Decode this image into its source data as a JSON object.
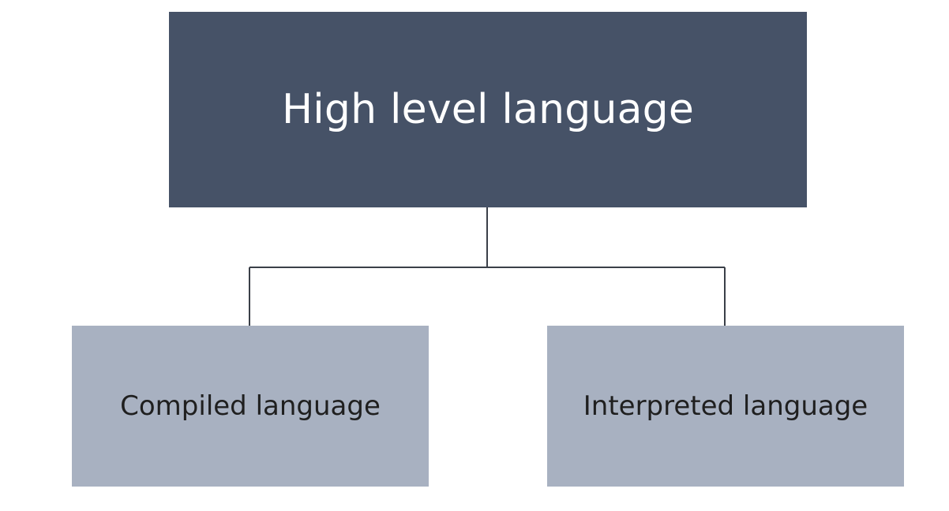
{
  "diagram": {
    "root": {
      "label": "High level language",
      "color": "#465267"
    },
    "children": [
      {
        "label": "Compiled language",
        "color": "#a8b1c1"
      },
      {
        "label": "Interpreted language",
        "color": "#a8b1c1"
      }
    ],
    "connector_color": "#3a3f48"
  }
}
